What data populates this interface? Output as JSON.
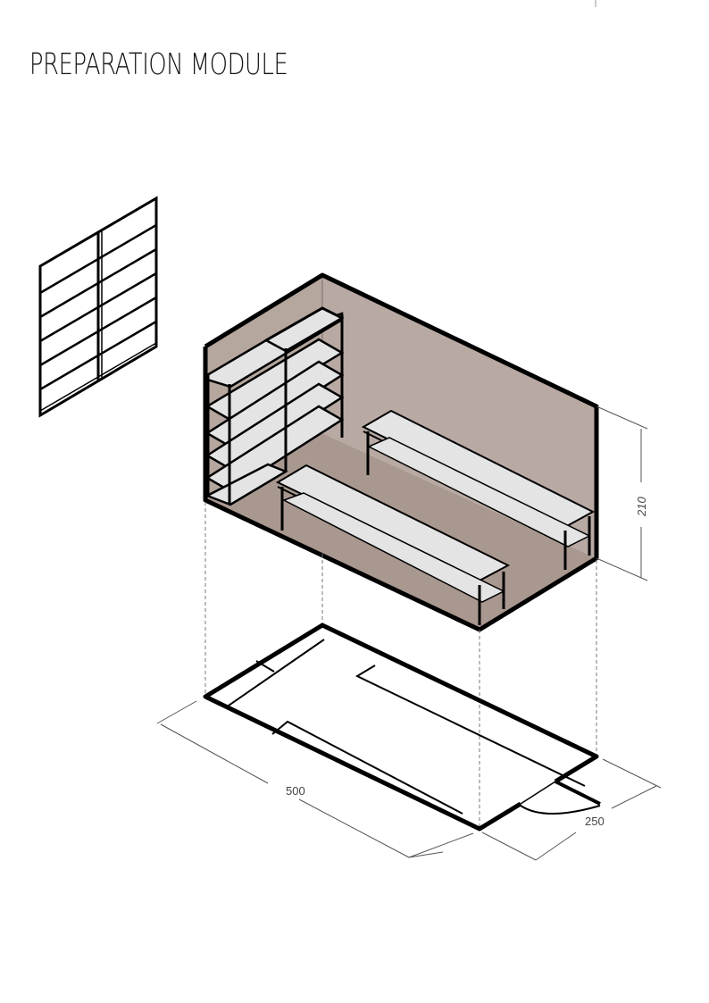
{
  "title": "PREPARATION MODULE",
  "dimensions": {
    "length": "500",
    "width": "250",
    "height": "210"
  },
  "colors": {
    "wall": "#b3a49c",
    "floor": "#a89890",
    "furniture": "#e4e4e4",
    "line": "#000000"
  }
}
